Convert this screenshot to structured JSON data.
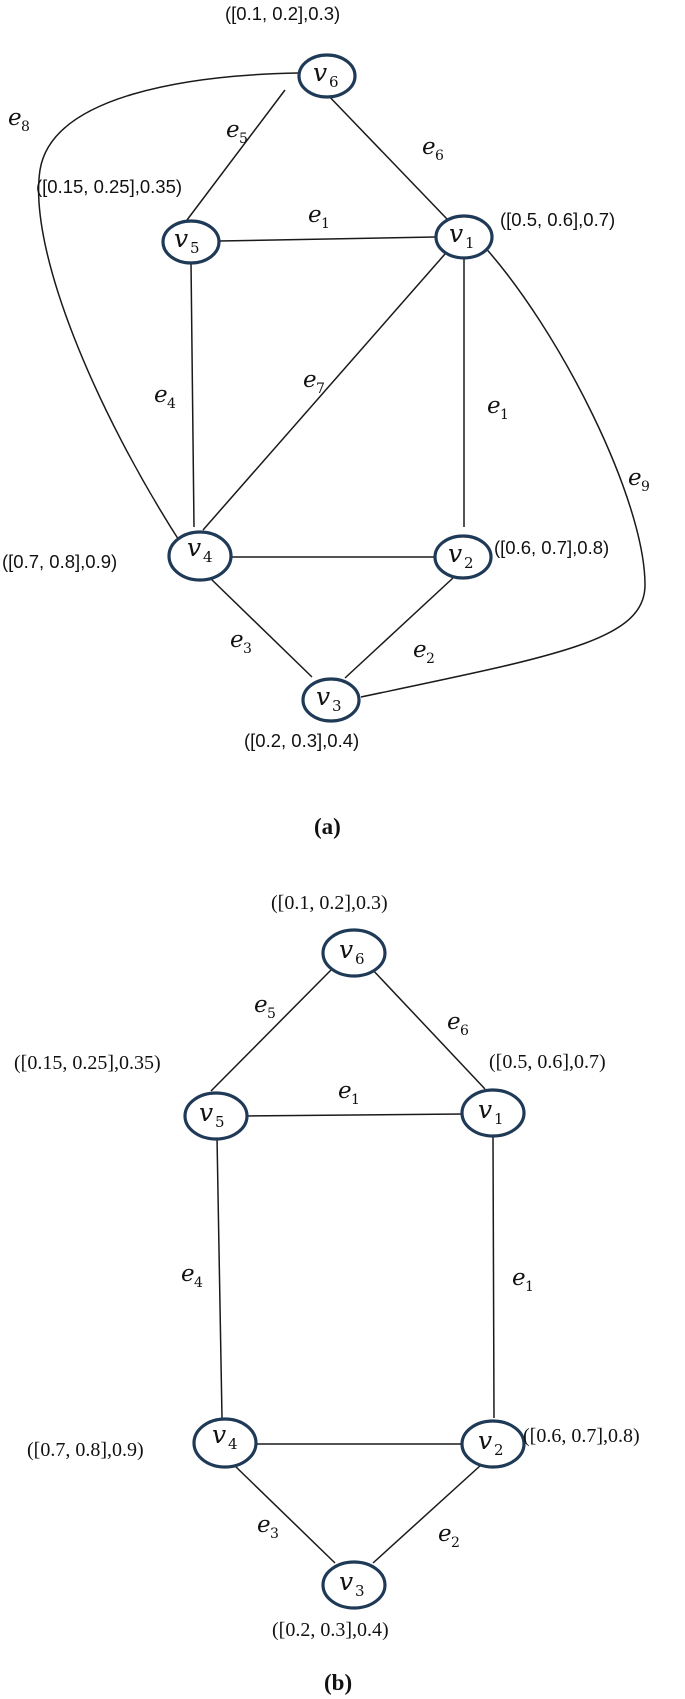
{
  "panel_a": {
    "caption": "(a)",
    "nodes": {
      "v6": {
        "base": "v",
        "sub": "6",
        "value": "([0.1, 0.2],0.3)"
      },
      "v5": {
        "base": "v",
        "sub": "5",
        "value": "([0.15, 0.25],0.35)"
      },
      "v1": {
        "base": "v",
        "sub": "1",
        "value": "([0.5, 0.6],0.7)"
      },
      "v4": {
        "base": "v",
        "sub": "4",
        "value": "([0.7, 0.8],0.9)"
      },
      "v2": {
        "base": "v",
        "sub": "2",
        "value": "([0.6, 0.7],0.8)"
      },
      "v3": {
        "base": "v",
        "sub": "3",
        "value": "([0.2, 0.3],0.4)"
      }
    },
    "edges": {
      "e8": {
        "base": "e",
        "sub": "8"
      },
      "e5": {
        "base": "e",
        "sub": "5"
      },
      "e6": {
        "base": "e",
        "sub": "6"
      },
      "e1_top": {
        "base": "e",
        "sub": "1"
      },
      "e7": {
        "base": "e",
        "sub": "7"
      },
      "e4": {
        "base": "e",
        "sub": "4"
      },
      "e1_right": {
        "base": "e",
        "sub": "1"
      },
      "e9": {
        "base": "e",
        "sub": "9"
      },
      "e3": {
        "base": "e",
        "sub": "3"
      },
      "e2": {
        "base": "e",
        "sub": "2"
      }
    }
  },
  "panel_b": {
    "caption": "(b)",
    "nodes": {
      "v6": {
        "base": "v",
        "sub": "6",
        "value": "([0.1, 0.2],0.3)"
      },
      "v5": {
        "base": "v",
        "sub": "5",
        "value": "([0.15, 0.25],0.35)"
      },
      "v1": {
        "base": "v",
        "sub": "1",
        "value": "([0.5, 0.6],0.7)"
      },
      "v4": {
        "base": "v",
        "sub": "4",
        "value": "([0.7, 0.8],0.9)"
      },
      "v2": {
        "base": "v",
        "sub": "2",
        "value": "([0.6, 0.7],0.8)"
      },
      "v3": {
        "base": "v",
        "sub": "3",
        "value": "([0.2, 0.3],0.4)"
      }
    },
    "edges": {
      "e5": {
        "base": "e",
        "sub": "5"
      },
      "e6": {
        "base": "e",
        "sub": "6"
      },
      "e1_top": {
        "base": "e",
        "sub": "1"
      },
      "e4": {
        "base": "e",
        "sub": "4"
      },
      "e1_right": {
        "base": "e",
        "sub": "1"
      },
      "e3": {
        "base": "e",
        "sub": "3"
      },
      "e2": {
        "base": "e",
        "sub": "2"
      }
    }
  }
}
